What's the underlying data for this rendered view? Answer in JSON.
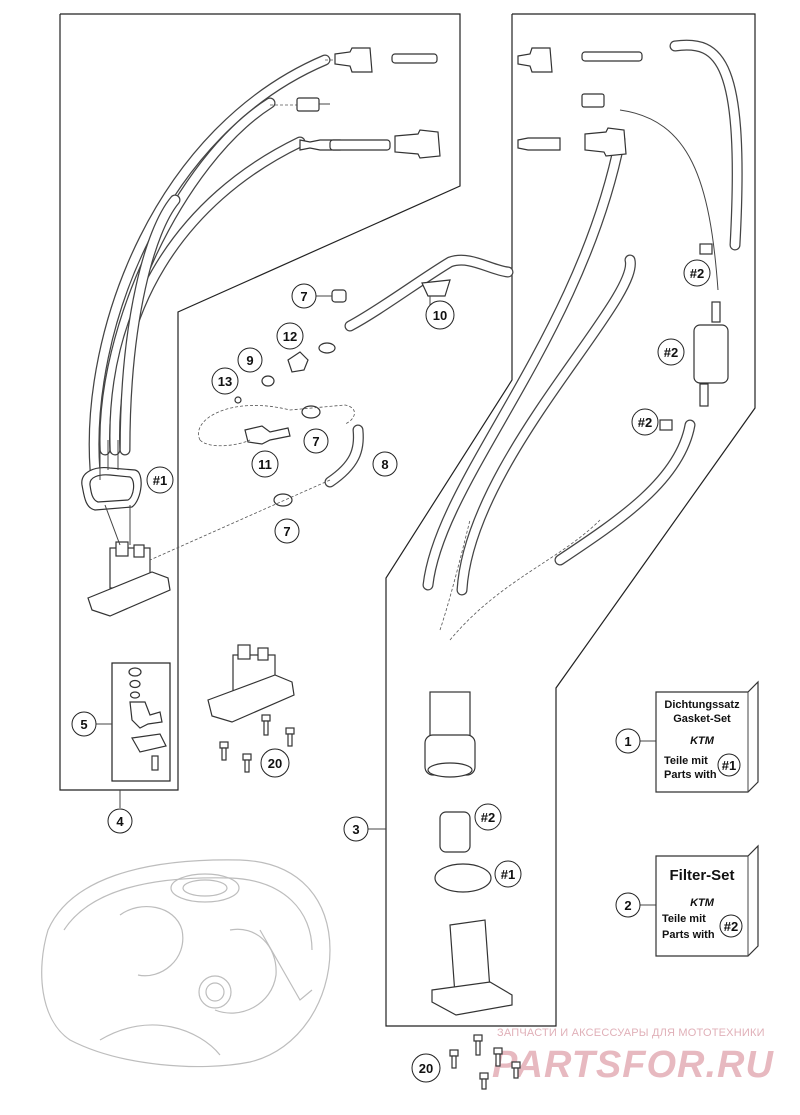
{
  "callouts": {
    "c1": "1",
    "c2": "2",
    "c3": "3",
    "c4": "4",
    "c5": "5",
    "c7a": "7",
    "c7b": "7",
    "c7c": "7",
    "c8": "8",
    "c9": "9",
    "c10": "10",
    "c11": "11",
    "c12": "12",
    "c13": "13",
    "c20a": "20",
    "c20b": "20",
    "g1a": "#1",
    "g1b": "#1",
    "g2a": "#2",
    "g2b": "#2",
    "g2c": "#2",
    "g2d": "#2"
  },
  "gasket_box": {
    "title_de": "Dichtungssatz",
    "title_en": "Gasket-Set",
    "brand": "KTM",
    "line_de": "Teile mit",
    "line_en": "Parts with",
    "ref": "#1"
  },
  "filter_box": {
    "title": "Filter-Set",
    "brand": "KTM",
    "line_de": "Teile mit",
    "line_en": "Parts with",
    "ref": "#2"
  },
  "watermark": {
    "tagline": "ЗАПЧАСТИ И АКСЕССУАРЫ ДЛЯ МОТОТЕХНИКИ",
    "site": "PARTSFOR.RU"
  }
}
